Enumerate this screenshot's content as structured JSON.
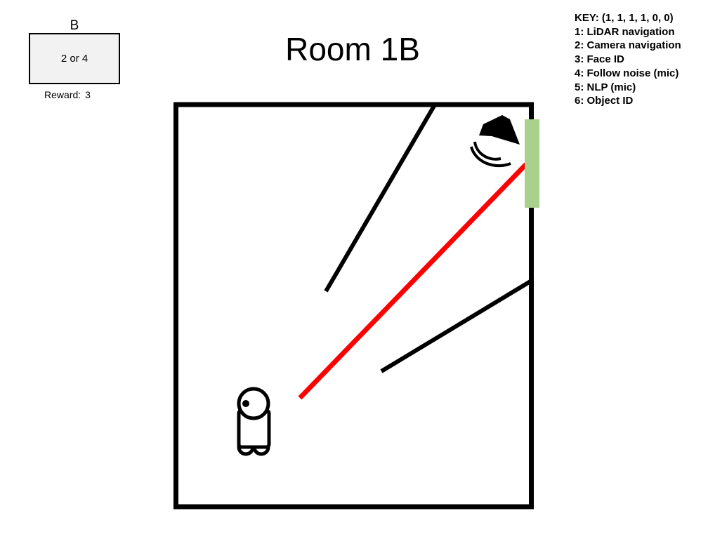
{
  "option": {
    "letter": "B",
    "value": "2 or 4",
    "reward_label": "Reward:",
    "reward_value": "3"
  },
  "title": "Room 1B",
  "key": {
    "heading": "KEY: (1, 1, 1, 1, 0, 0)",
    "items": [
      "1: LiDAR navigation",
      "2: Camera navigation",
      "3: Face ID",
      "4: Follow noise (mic)",
      "5: NLP (mic)",
      "6: Object ID"
    ]
  },
  "colors": {
    "wall": "#000000",
    "laser": "#ff0000",
    "door": "#a9d18e",
    "option_box": "#f2f2f2"
  },
  "icons": [
    "speaker-icon",
    "robot-icon"
  ]
}
